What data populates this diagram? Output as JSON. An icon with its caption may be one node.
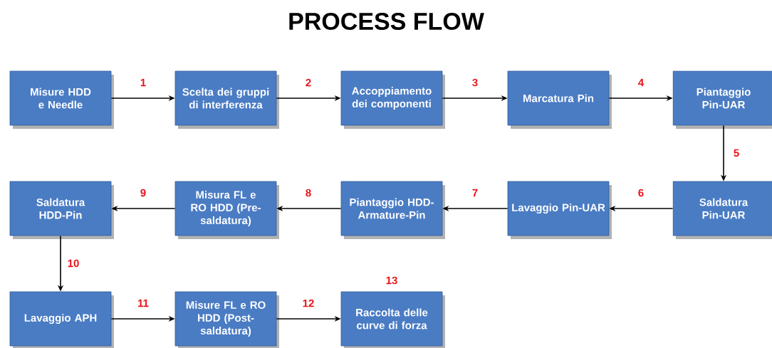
{
  "diagram": {
    "title": "PROCESS FLOW",
    "nodes": [
      {
        "text": [
          "Misure HDD e Needle"
        ]
      },
      {
        "text": [
          "Scelta dei gruppi di interferenza"
        ]
      },
      {
        "text": [
          "Accoppiamento dei componenti"
        ]
      },
      {
        "text": [
          "Marcatura Pin"
        ]
      },
      {
        "text": [
          "Piantaggio Pin-UAR"
        ]
      },
      {
        "text": [
          "Saldatura Pin-UAR"
        ]
      },
      {
        "text": [
          "Lavaggio Pin-UAR"
        ]
      },
      {
        "text": [
          "Piantaggio HDD-Armature-Pin"
        ]
      },
      {
        "text": [
          "Misura FL e RO HDD (Pre-saldatura)"
        ]
      },
      {
        "text": [
          "Saldatura HDD-Pin"
        ]
      },
      {
        "text": [
          "Lavaggio APH"
        ]
      },
      {
        "text": [
          "Misure FL e RO HDD (Post-saldatura)"
        ]
      },
      {
        "text": [
          "Raccolta delle curve di forza"
        ],
        "beside": [
          "13"
        ]
      }
    ],
    "edges": [
      {
        "from": 0,
        "to": 1,
        "arrow": "to",
        "label": "1"
      },
      {
        "from": 1,
        "to": 2,
        "arrow": "to",
        "label": "2"
      },
      {
        "from": 2,
        "to": 3,
        "arrow": "to",
        "label": "3"
      },
      {
        "from": 3,
        "to": 4,
        "arrow": "to",
        "label": "4"
      },
      {
        "from": 4,
        "to": 5,
        "arrow": "to",
        "label": "5"
      },
      {
        "from": 5,
        "to": 6,
        "arrow": "to",
        "label": "6"
      },
      {
        "from": 6,
        "to": 7,
        "arrow": "to",
        "label": "7"
      },
      {
        "from": 7,
        "to": 8,
        "arrow": "to",
        "label": "8"
      },
      {
        "from": 8,
        "to": 9,
        "arrow": "to",
        "label": "9"
      },
      {
        "from": 9,
        "to": 10,
        "arrow": "to",
        "label": "10"
      },
      {
        "from": 10,
        "to": 11,
        "arrow": "to",
        "label": "11"
      },
      {
        "from": 11,
        "to": 12,
        "arrow": "to",
        "label": "12"
      }
    ]
  }
}
